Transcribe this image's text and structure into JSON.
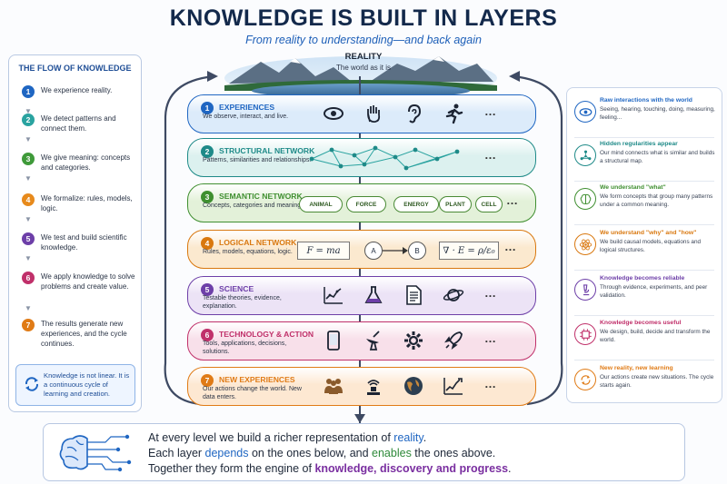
{
  "header": {
    "title": "KNOWLEDGE IS BUILT IN LAYERS",
    "subtitle": "From reality to understanding—and back again"
  },
  "reality": {
    "title": "REALITY",
    "subtitle": "The world as it is"
  },
  "left_panel": {
    "title": "THE FLOW OF KNOWLEDGE",
    "steps": [
      {
        "num": "1",
        "text": "We experience reality.",
        "color": "#1f66c2"
      },
      {
        "num": "2",
        "text": "We detect patterns and connect them.",
        "color": "#2aa3a0"
      },
      {
        "num": "3",
        "text": "We give meaning: concepts and categories.",
        "color": "#3f9a3a"
      },
      {
        "num": "4",
        "text": "We formalize: rules, models, logic.",
        "color": "#e78a1c"
      },
      {
        "num": "5",
        "text": "We test and build scientific knowledge.",
        "color": "#6d3fa8"
      },
      {
        "num": "6",
        "text": "We apply knowledge to solve problems and create value.",
        "color": "#c0306a"
      },
      {
        "num": "7",
        "text": "The results generate new experiences, and the cycle continues.",
        "color": "#e07b16"
      }
    ],
    "cycle_note": "Knowledge is not linear. It is a continuous cycle of learning and creation."
  },
  "layers": [
    {
      "num": "1",
      "name": "EXPERIENCES",
      "desc": "We observe, interact, and live.",
      "color": "#1f66c2",
      "bg": "#dcebfa",
      "icons": [
        "eye-icon",
        "hand-icon",
        "ear-icon",
        "running-person-icon"
      ]
    },
    {
      "num": "2",
      "name": "STRUCTURAL NETWORK",
      "desc": "Patterns, similarities and relationships.",
      "color": "#1e8a88",
      "bg": "#dcf1ef"
    },
    {
      "num": "3",
      "name": "SEMANTIC NETWORK",
      "desc": "Concepts, categories and meanings.",
      "color": "#3f8f30",
      "bg": "#e3f1d9",
      "concepts": [
        "ANIMAL",
        "FORCE",
        "ENERGY",
        "PLANT",
        "CELL"
      ]
    },
    {
      "num": "4",
      "name": "LOGICAL NETWORK",
      "desc": "Rules, models, equations, logic.",
      "color": "#d9780f",
      "bg": "#fbe9cf",
      "formula1": "F = ma",
      "node_a": "A",
      "node_b": "B",
      "formula2": "∇ · E = ρ/ε₀"
    },
    {
      "num": "5",
      "name": "SCIENCE",
      "desc": "Testable theories, evidence, explanation.",
      "color": "#6d3fa8",
      "bg": "#ece3f6",
      "icons": [
        "chart-icon",
        "flask-icon",
        "document-icon",
        "planet-icon"
      ]
    },
    {
      "num": "6",
      "name": "TECHNOLOGY & ACTION",
      "desc": "Tools, applications, decisions, solutions.",
      "color": "#c0306a",
      "bg": "#f8e0ea",
      "icons": [
        "phone-icon",
        "satellite-dish-icon",
        "gear-icon",
        "rocket-icon"
      ]
    },
    {
      "num": "7",
      "name": "NEW EXPERIENCES",
      "desc": "Our actions change the world. New data enters.",
      "color": "#e07b16",
      "bg": "#fde8d2",
      "icons": [
        "people-icon",
        "device-icon",
        "globe-icon",
        "growth-chart-icon"
      ]
    }
  ],
  "dots": "…",
  "right_panel": [
    {
      "head": "Raw interactions with the world",
      "body": "Seeing, hearing, touching, doing, measuring, feeling...",
      "color": "#1f66c2",
      "icon": "eye-icon"
    },
    {
      "head": "Hidden regularities appear",
      "body": "Our mind connects what is similar and builds a structural map.",
      "color": "#1e8a88",
      "icon": "network-icon"
    },
    {
      "head": "We understand \"what\"",
      "body": "We form concepts that group many patterns under a common meaning.",
      "color": "#3f8f30",
      "icon": "brain-icon"
    },
    {
      "head": "We understand \"why\" and \"how\"",
      "body": "We build causal models, equations and logical structures.",
      "color": "#d9780f",
      "icon": "atom-icon"
    },
    {
      "head": "Knowledge becomes reliable",
      "body": "Through evidence, experiments, and peer validation.",
      "color": "#6d3fa8",
      "icon": "microscope-icon"
    },
    {
      "head": "Knowledge becomes useful",
      "body": "We design, build, decide and transform the world.",
      "color": "#c0306a",
      "icon": "chip-icon"
    },
    {
      "head": "New reality, new learning",
      "body": "Our actions create new situations. The cycle starts again.",
      "color": "#e07b16",
      "icon": "refresh-icon"
    }
  ],
  "bottom": {
    "l1a": "At every level we build a richer representation of ",
    "l1b": "reality",
    "l1c": ".",
    "l2a": "Each layer ",
    "l2b": "depends",
    "l2c": " on the ones below, and ",
    "l2d": "enables",
    "l2e": " the ones above.",
    "l3a": "Together they form the engine of ",
    "l3b": "knowledge, discovery and progress",
    "l3c": "."
  }
}
